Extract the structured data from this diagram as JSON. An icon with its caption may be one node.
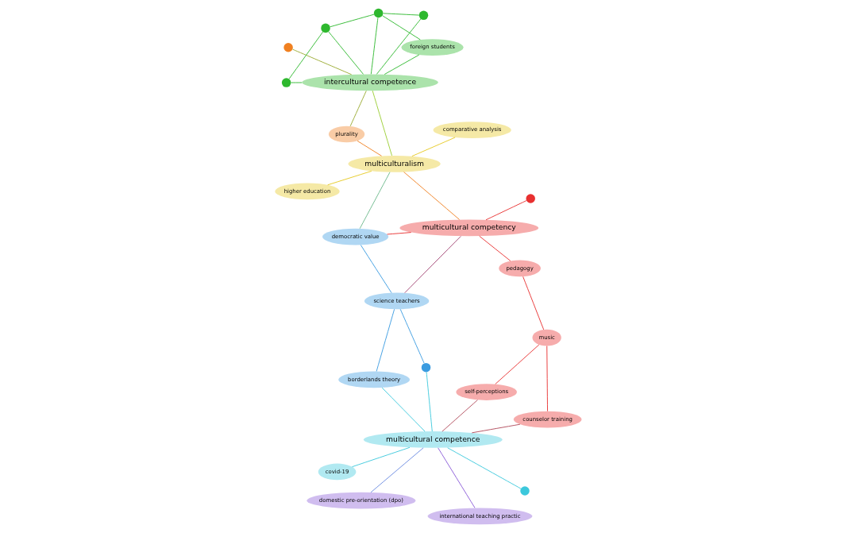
{
  "diagram": {
    "nodes": [
      {
        "text": [
          "covid-19"
        ]
      },
      {
        "text": [],
        "shape": "circle"
      },
      {
        "text": [
          "multicultural competence"
        ]
      },
      {
        "text": [
          "borderlands theory"
        ]
      },
      {
        "text": [],
        "shape": "circle"
      },
      {
        "text": [
          "science teachers"
        ]
      },
      {
        "text": [
          "democratic value"
        ]
      },
      {
        "text": [
          "international teaching practic"
        ]
      },
      {
        "text": [
          "domestic pre-orientation (dpo)"
        ]
      },
      {
        "text": [
          "multicultural competency"
        ]
      },
      {
        "text": [
          "counselor training"
        ]
      },
      {
        "text": [
          "self-perceptions"
        ]
      },
      {
        "text": [
          "music"
        ]
      },
      {
        "text": [
          "pedagogy"
        ]
      },
      {
        "text": [],
        "shape": "circle"
      },
      {
        "text": [
          "higher education"
        ]
      },
      {
        "text": [
          "comparative analysis"
        ]
      },
      {
        "text": [
          "multiculturalism"
        ]
      },
      {
        "text": [
          "plurality"
        ]
      },
      {
        "text": [],
        "shape": "circle"
      },
      {
        "text": [
          "intercultural competence"
        ]
      },
      {
        "text": [],
        "shape": "circle"
      },
      {
        "text": [],
        "shape": "circle"
      },
      {
        "text": [],
        "shape": "circle"
      },
      {
        "text": [],
        "shape": "circle"
      },
      {
        "text": [
          "foreign students"
        ]
      }
    ],
    "edges": [
      {
        "from": 0,
        "to": 2,
        "arrow": "none",
        "color": "#3cc8dc"
      },
      {
        "from": 1,
        "to": 2,
        "arrow": "none",
        "color": "#3cc8dc"
      },
      {
        "from": 2,
        "to": 3,
        "arrow": "none",
        "color": "#3cc8dc"
      },
      {
        "from": 2,
        "to": 4,
        "arrow": "none",
        "color": "#3cc8dc"
      },
      {
        "from": 3,
        "to": 5,
        "arrow": "none",
        "color": "#3a9be0"
      },
      {
        "from": 4,
        "to": 5,
        "arrow": "none",
        "color": "#3a9be0"
      },
      {
        "from": 5,
        "to": 6,
        "arrow": "none",
        "color": "#3a9be0"
      },
      {
        "from": 5,
        "to": 9,
        "arrow": "none",
        "color": "#a04070"
      },
      {
        "from": 6,
        "to": 9,
        "arrow": "none",
        "color": "#e83030"
      },
      {
        "from": 6,
        "to": 17,
        "arrow": "none",
        "color": "#6cb88c"
      },
      {
        "from": 7,
        "to": 2,
        "arrow": "none",
        "color": "#8a5ad8"
      },
      {
        "from": 8,
        "to": 2,
        "arrow": "none",
        "color": "#6a8ae0"
      },
      {
        "from": 2,
        "to": 10,
        "arrow": "none",
        "color": "#b04a5a"
      },
      {
        "from": 2,
        "to": 11,
        "arrow": "none",
        "color": "#b04a5a"
      },
      {
        "from": 10,
        "to": 12,
        "arrow": "none",
        "color": "#e83030"
      },
      {
        "from": 11,
        "to": 12,
        "arrow": "none",
        "color": "#e83030"
      },
      {
        "from": 12,
        "to": 13,
        "arrow": "none",
        "color": "#e83030"
      },
      {
        "from": 13,
        "to": 9,
        "arrow": "none",
        "color": "#e83030"
      },
      {
        "from": 14,
        "to": 9,
        "arrow": "none",
        "color": "#e83030"
      },
      {
        "from": 9,
        "to": 17,
        "arrow": "none",
        "color": "#f08020"
      },
      {
        "from": 17,
        "to": 15,
        "arrow": "none",
        "color": "#e6c820"
      },
      {
        "from": 17,
        "to": 16,
        "arrow": "none",
        "color": "#e6c820"
      },
      {
        "from": 17,
        "to": 18,
        "arrow": "none",
        "color": "#f08020"
      },
      {
        "from": 17,
        "to": 20,
        "arrow": "none",
        "color": "#9acd32"
      },
      {
        "from": 18,
        "to": 20,
        "arrow": "none",
        "color": "#9aaa30"
      },
      {
        "from": 19,
        "to": 20,
        "arrow": "none",
        "color": "#9aaa30"
      },
      {
        "from": 20,
        "to": 21,
        "arrow": "none",
        "color": "#2eb82e"
      },
      {
        "from": 20,
        "to": 22,
        "arrow": "none",
        "color": "#2eb82e"
      },
      {
        "from": 20,
        "to": 23,
        "arrow": "none",
        "color": "#2eb82e"
      },
      {
        "from": 20,
        "to": 24,
        "arrow": "none",
        "color": "#2eb82e"
      },
      {
        "from": 20,
        "to": 25,
        "arrow": "none",
        "color": "#2eb82e"
      },
      {
        "from": 21,
        "to": 22,
        "arrow": "none",
        "color": "#2eb82e"
      },
      {
        "from": 22,
        "to": 24,
        "arrow": "none",
        "color": "#2eb82e"
      },
      {
        "from": 23,
        "to": 24,
        "arrow": "none",
        "color": "#2eb82e"
      },
      {
        "from": 24,
        "to": 25,
        "arrow": "none",
        "color": "#2eb82e"
      }
    ]
  }
}
